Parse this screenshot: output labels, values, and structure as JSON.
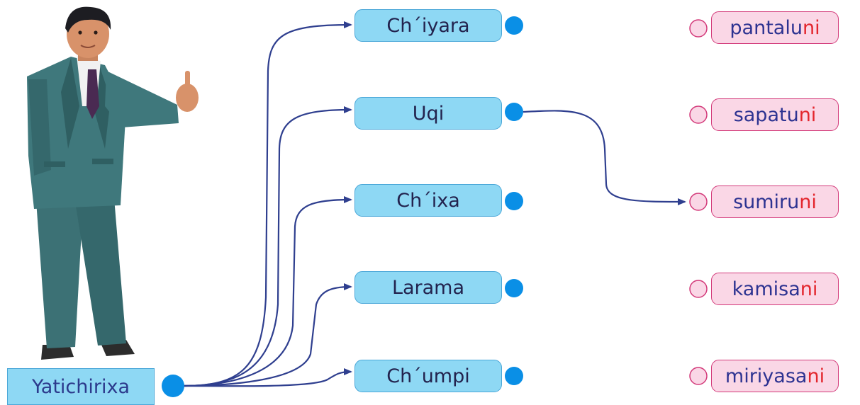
{
  "subject": {
    "label": "Yatichirixa"
  },
  "verbs": [
    {
      "label": "Ch´iyara"
    },
    {
      "label": "Uqi"
    },
    {
      "label": "Ch´ixa"
    },
    {
      "label": "Larama"
    },
    {
      "label": "Ch´umpi"
    }
  ],
  "objects": [
    {
      "stem": "pantalu",
      "suffix": "ni"
    },
    {
      "stem": "sapatu",
      "suffix": "ni"
    },
    {
      "stem": "sumiru",
      "suffix": "ni"
    },
    {
      "stem": "kamisa",
      "suffix": "ni"
    },
    {
      "stem": "miriyasa",
      "suffix": "ni"
    }
  ],
  "colors": {
    "subject_fill": "#8ed8f4",
    "verb_fill": "#8ed8f4",
    "dot_blue": "#0a8fe6",
    "object_fill": "#fad7e6",
    "object_border": "#d33a7a",
    "suffix_red": "#e3262d",
    "connector": "#2f3f8f",
    "suit": "#3d7478"
  },
  "icons": {
    "figure": "teacher-pointing-figure"
  }
}
